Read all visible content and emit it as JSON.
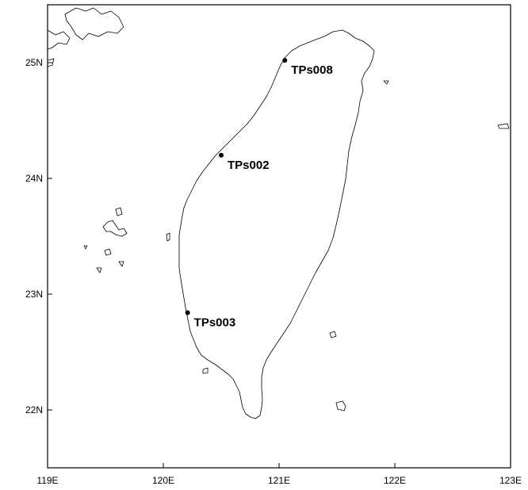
{
  "map": {
    "lon_range": [
      119,
      123
    ],
    "lat_range": [
      21.5,
      25.5
    ],
    "x_ticks": [
      {
        "value": 119,
        "label": "119E"
      },
      {
        "value": 120,
        "label": "120E"
      },
      {
        "value": 121,
        "label": "121E"
      },
      {
        "value": 122,
        "label": "122E"
      },
      {
        "value": 123,
        "label": "123E"
      }
    ],
    "y_ticks": [
      {
        "value": 22,
        "label": "22N"
      },
      {
        "value": 23,
        "label": "23N"
      },
      {
        "value": 24,
        "label": "24N"
      },
      {
        "value": 25,
        "label": "25N"
      }
    ],
    "stations": [
      {
        "name": "TPs008",
        "lon": 121.05,
        "lat": 25.02
      },
      {
        "name": "TPs002",
        "lon": 120.5,
        "lat": 24.2
      },
      {
        "name": "TPs003",
        "lon": 120.21,
        "lat": 22.84
      }
    ],
    "line_color": "#000000",
    "background": "#ffffff"
  }
}
